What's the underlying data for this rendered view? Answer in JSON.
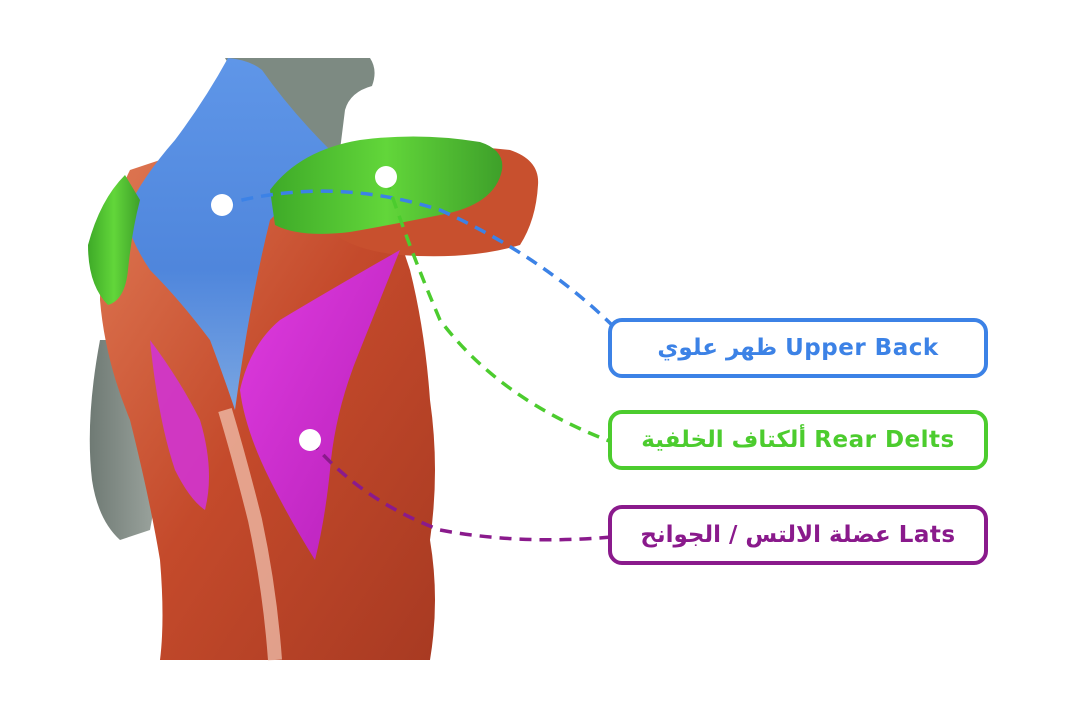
{
  "colors": {
    "upper_back": "#3c82e6",
    "rear_delts": "#4ccc2e",
    "lats": "#8a1a8c",
    "muscle": "#c84a2c",
    "muscle_light": "#e9866a",
    "skin": "#8c9690"
  },
  "labels": [
    {
      "key": "upper_back",
      "text": "ظهر علوي Upper Back",
      "color": "#3c82e6"
    },
    {
      "key": "rear_delts",
      "text": "ألكتاف الخلفية  Rear Delts",
      "color": "#4ccc2e"
    },
    {
      "key": "lats",
      "text": "عضلة الالتس / الجوانح Lats",
      "color": "#8a1a8c"
    }
  ]
}
